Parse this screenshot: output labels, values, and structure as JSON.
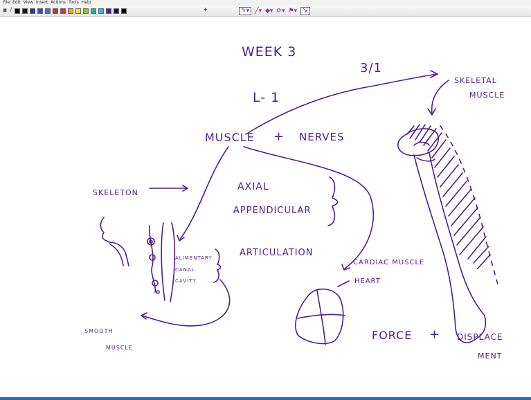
{
  "app": {
    "menu": [
      "File",
      "Edit",
      "View",
      "Insert",
      "Actions",
      "Tools",
      "Help"
    ],
    "palette_colors": [
      "#000000",
      "#1a1a1a",
      "#1f3a93",
      "#2851c8",
      "#3d6fe0",
      "#c0392b",
      "#e8283e",
      "#f5a623",
      "#f3e63a",
      "#7ed321",
      "#1fb5a8",
      "#2db7e6",
      "#4f1e8c",
      "#1a1a2e",
      "#000000"
    ],
    "tools": [
      "pen-tool",
      "eraser-tool",
      "shapes-tool",
      "undo-tool",
      "redo-tool",
      "insert-tool"
    ],
    "ink_color": "#4f1e8c"
  },
  "notes": {
    "week": "WEEK 3",
    "date": "3/1",
    "lecture": "L- 1",
    "muscle": "MUSCLE",
    "plus1": "+",
    "nerves": "NERVES",
    "skeletal": "SKELETAL",
    "skeletal_muscle": "MUSCLE",
    "skeleton": "SKELETON",
    "axial": "AXIAL",
    "appendicular": "APPENDICULAR",
    "articulation": "ARTICULATION",
    "alimentary": "ALIMENTARY",
    "canal": "CANAL",
    "cavity": "CAVITY",
    "cardiac": "CARDIAC MUSCLE",
    "heart": "HEART",
    "smooth": "SMOOTH",
    "smooth_muscle": "MUSCLE",
    "force": "FORCE",
    "plus2": "+",
    "displace": "DISPLACE",
    "ment": "MENT"
  }
}
